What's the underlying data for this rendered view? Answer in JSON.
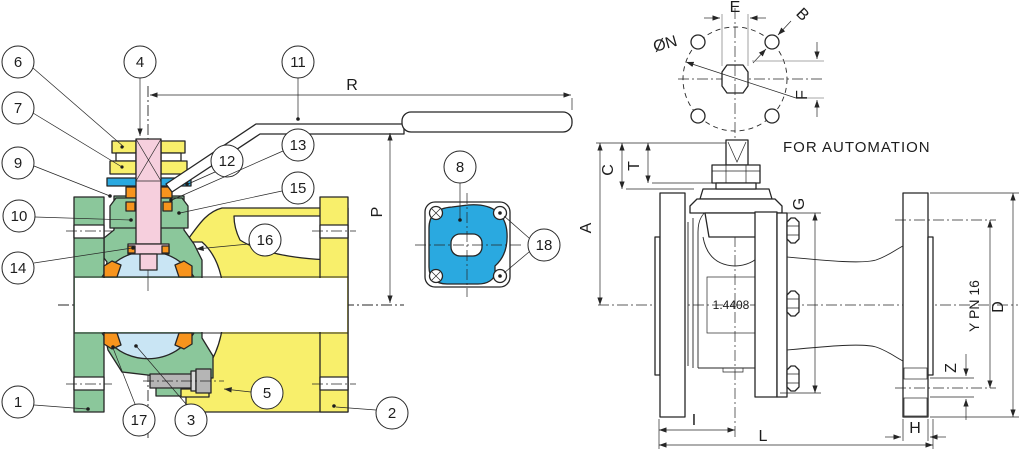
{
  "meta": {
    "title": "Ball valve sectional and dimensional drawing"
  },
  "colors": {
    "body_green": "#8bc79b",
    "cap_yellow": "#f8ef6b",
    "stem_pink": "#f6cfdd",
    "ball_blue": "#c9e5f4",
    "pad_blue": "#2aa9e0",
    "seal_orange": "#f7941d",
    "bolt_gray": "#b5b5b5",
    "line": "#262626"
  },
  "labels": {
    "for_automation": "FOR AUTOMATION",
    "material": "1.4408"
  },
  "dims": {
    "R": "R",
    "P": "P",
    "E": "E",
    "B": "B",
    "N": "ØN",
    "F": "F",
    "A": "A",
    "C": "C",
    "T": "T",
    "G": "G",
    "D": "D",
    "Y": "Y PN 16",
    "Z": "Z",
    "H": "H",
    "I": "I",
    "L": "L"
  },
  "callouts": {
    "c1": "1",
    "c2": "2",
    "c3": "3",
    "c4": "4",
    "c5": "5",
    "c6": "6",
    "c7": "7",
    "c8": "8",
    "c9": "9",
    "c10": "10",
    "c11": "11",
    "c12": "12",
    "c13": "13",
    "c14": "14",
    "c15": "15",
    "c16": "16",
    "c17": "17",
    "c18": "18"
  }
}
